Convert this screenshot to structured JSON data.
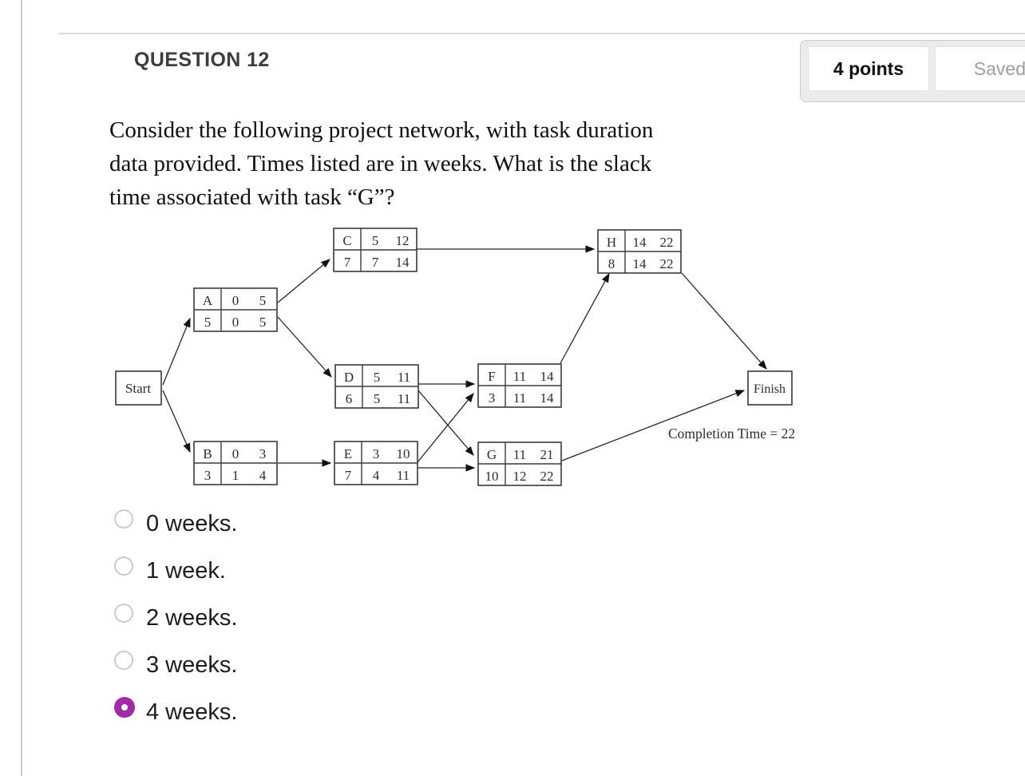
{
  "page": {
    "question_header": "QUESTION 12",
    "points_label": "4 points",
    "saved_label": "Saved"
  },
  "colors": {
    "accent_purple": "#a12ba5",
    "radio_unselected_border": "#cbcbcb",
    "pill_background": "#ececec"
  },
  "question": {
    "full_text": "Consider the following project network, with task duration data provided. Times listed are in weeks. What is the slack time associated with task “G”?",
    "lines": [
      "Consider the following project network, with task duration",
      "data provided. Times listed are in weeks. What is the slack",
      "time associated with task “G”?"
    ]
  },
  "diagram": {
    "start_label": "Start",
    "finish_label": "Finish",
    "completion_label": "Completion Time = 22",
    "nodes": {
      "A": {
        "name": "A",
        "duration": "5",
        "es": "0",
        "ef": "5",
        "ls": "0",
        "lf": "5"
      },
      "B": {
        "name": "B",
        "duration": "3",
        "es": "0",
        "ef": "3",
        "ls": "1",
        "lf": "4"
      },
      "C": {
        "name": "C",
        "duration": "7",
        "es": "5",
        "ef": "12",
        "ls": "7",
        "lf": "14"
      },
      "D": {
        "name": "D",
        "duration": "6",
        "es": "5",
        "ef": "11",
        "ls": "5",
        "lf": "11"
      },
      "E": {
        "name": "E",
        "duration": "7",
        "es": "3",
        "ef": "10",
        "ls": "4",
        "lf": "11"
      },
      "F": {
        "name": "F",
        "duration": "3",
        "es": "11",
        "ef": "14",
        "ls": "11",
        "lf": "14"
      },
      "G": {
        "name": "G",
        "duration": "10",
        "es": "11",
        "ef": "21",
        "ls": "12",
        "lf": "22"
      },
      "H": {
        "name": "H",
        "duration": "8",
        "es": "14",
        "ef": "22",
        "ls": "14",
        "lf": "22"
      }
    },
    "edges": [
      {
        "from": "Start",
        "to": "A"
      },
      {
        "from": "Start",
        "to": "B"
      },
      {
        "from": "A",
        "to": "C"
      },
      {
        "from": "A",
        "to": "D"
      },
      {
        "from": "B",
        "to": "E"
      },
      {
        "from": "C",
        "to": "H"
      },
      {
        "from": "D",
        "to": "F"
      },
      {
        "from": "D",
        "to": "G"
      },
      {
        "from": "E",
        "to": "F"
      },
      {
        "from": "E",
        "to": "G"
      },
      {
        "from": "F",
        "to": "H"
      },
      {
        "from": "G",
        "to": "Finish"
      },
      {
        "from": "H",
        "to": "Finish"
      }
    ]
  },
  "options": {
    "items": [
      {
        "label": "0 weeks.",
        "selected": false
      },
      {
        "label": "1 week.",
        "selected": false
      },
      {
        "label": "2 weeks.",
        "selected": false
      },
      {
        "label": "3 weeks.",
        "selected": false
      },
      {
        "label": "4 weeks.",
        "selected": true
      }
    ]
  }
}
